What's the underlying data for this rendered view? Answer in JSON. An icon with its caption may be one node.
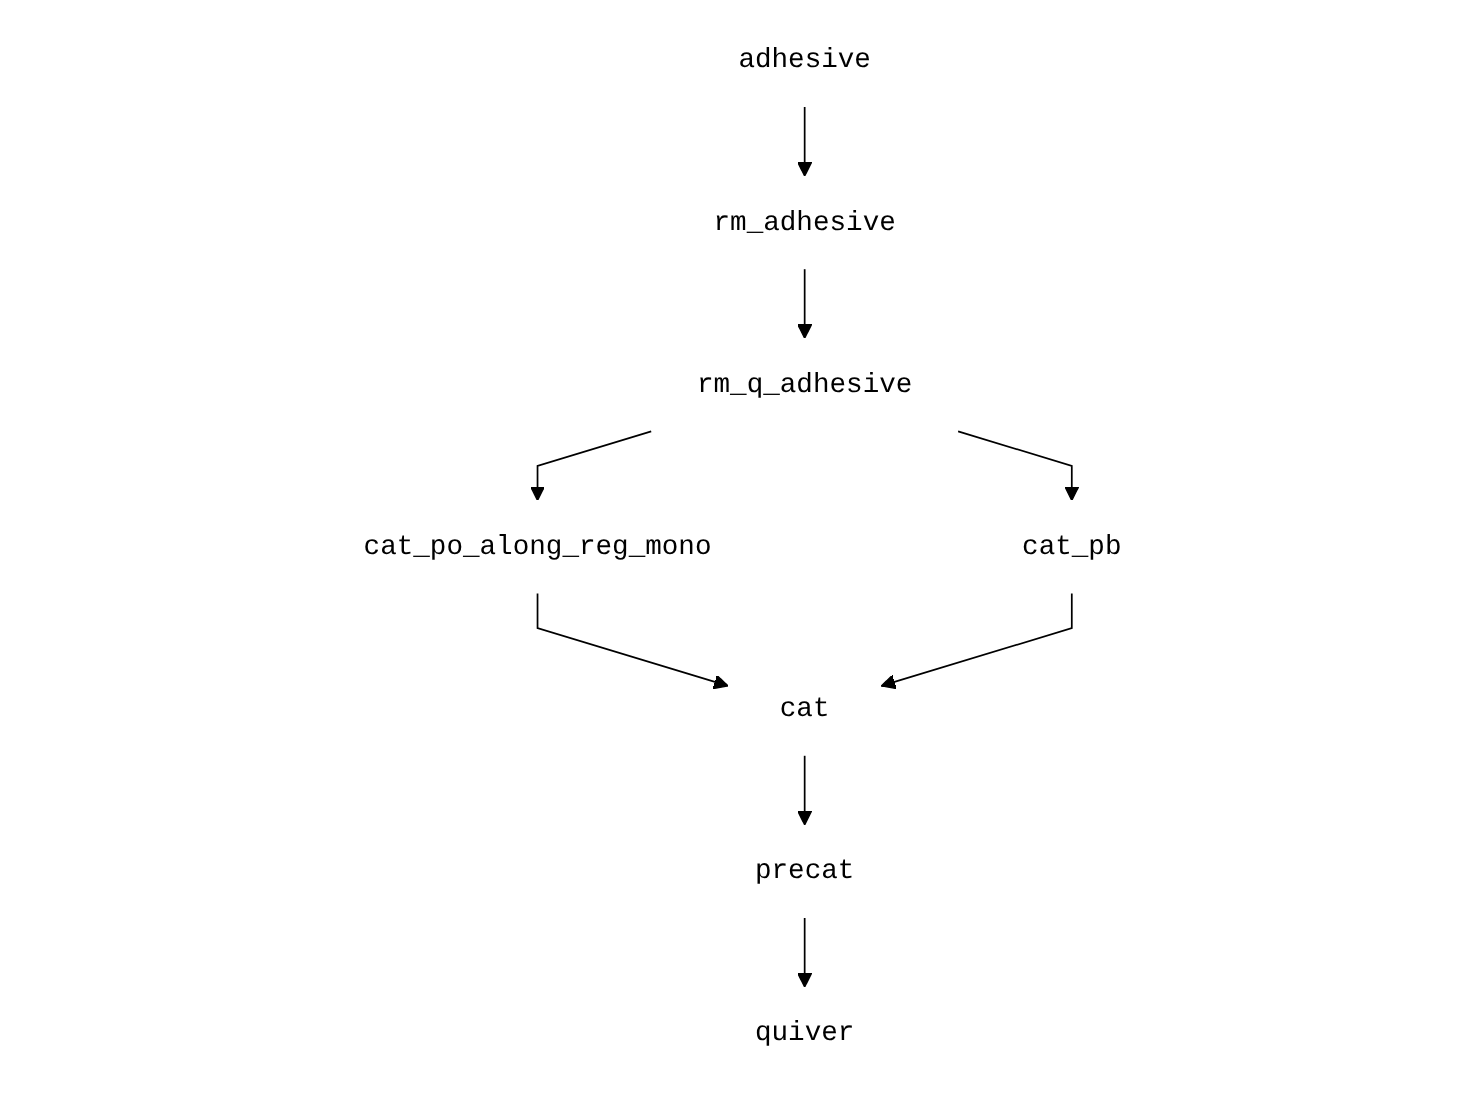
{
  "diagram": {
    "nodes": [
      {
        "text": [
          "adhesive"
        ]
      },
      {
        "text": [
          "rm_adhesive"
        ]
      },
      {
        "text": [
          "rm_q_adhesive"
        ]
      },
      {
        "text": [
          "cat_po_along_reg_mono"
        ]
      },
      {
        "text": [
          "cat_pb"
        ]
      },
      {
        "text": [
          "cat"
        ]
      },
      {
        "text": [
          "precat"
        ]
      },
      {
        "text": [
          "quiver"
        ]
      }
    ],
    "edges": [
      {
        "from": 0,
        "to": 1,
        "arrow": "to"
      },
      {
        "from": 1,
        "to": 2,
        "arrow": "to"
      },
      {
        "from": 2,
        "to": 3,
        "arrow": "to"
      },
      {
        "from": 2,
        "to": 4,
        "arrow": "to"
      },
      {
        "from": 3,
        "to": 5,
        "arrow": "to"
      },
      {
        "from": 4,
        "to": 5,
        "arrow": "to"
      },
      {
        "from": 5,
        "to": 6,
        "arrow": "to"
      },
      {
        "from": 6,
        "to": 7,
        "arrow": "to"
      }
    ]
  }
}
